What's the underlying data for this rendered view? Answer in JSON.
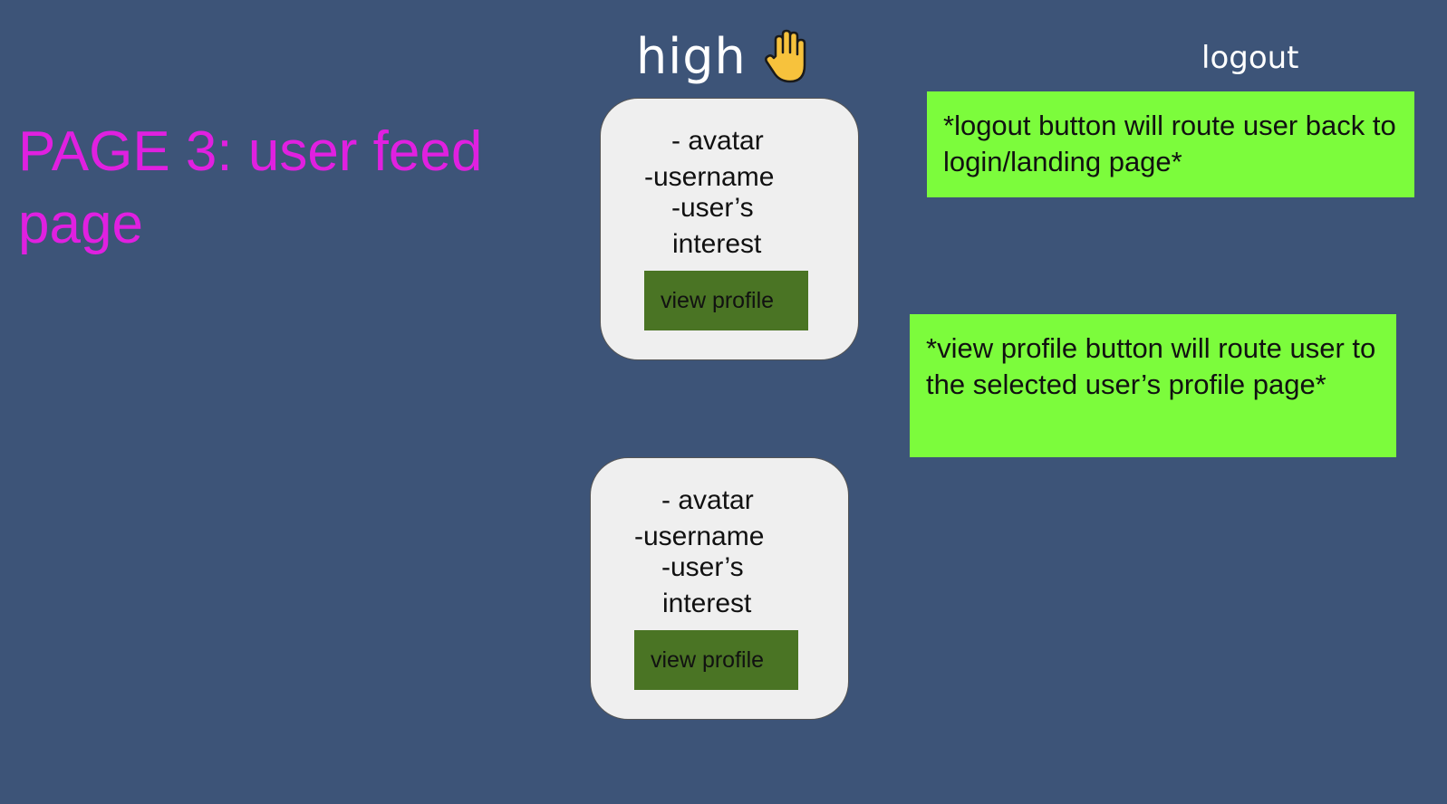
{
  "page_heading": "PAGE 3: user feed page",
  "brand": {
    "name": "high",
    "icon": "raised-hand-icon"
  },
  "logout_label": "logout",
  "cards": [
    {
      "avatar": "- avatar",
      "username": "-username",
      "interest_line1": "-user’s",
      "interest_line2": "interest",
      "button_label": "view profile"
    },
    {
      "avatar": "- avatar",
      "username": "-username",
      "interest_line1": "-user’s",
      "interest_line2": "interest",
      "button_label": "view profile"
    }
  ],
  "notes": {
    "logout": "*logout button will route user back to login/landing page*",
    "view_profile": "*view profile button will route user to the selected user’s profile page*"
  },
  "colors": {
    "background": "#3d5478",
    "heading": "#e020e0",
    "note": "#7cfc3c",
    "button": "#4a7424",
    "card": "#efefef"
  }
}
